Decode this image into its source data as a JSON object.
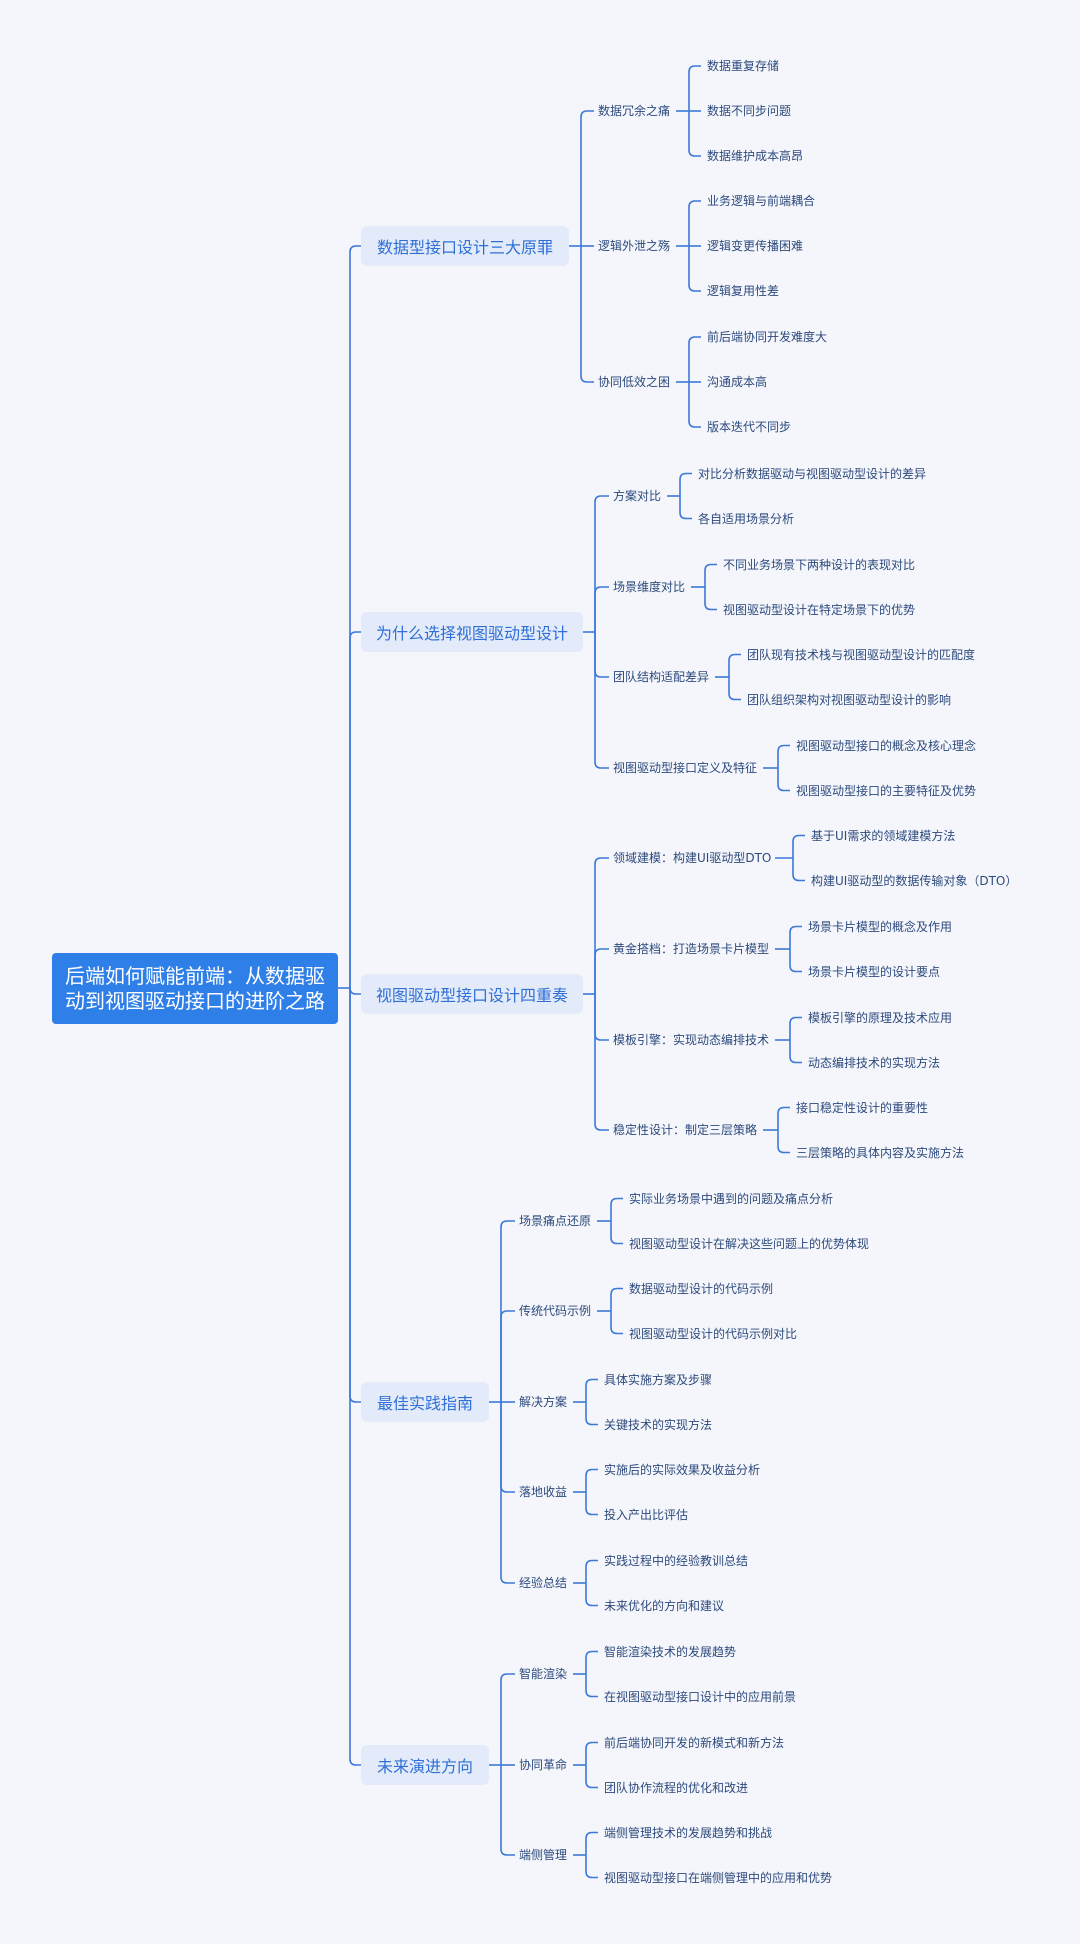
{
  "root": {
    "title": "后端如何赋能前端：从数据驱动到视图驱动接口的进阶之路"
  },
  "branches": [
    {
      "label": "数据型接口设计三大原罪",
      "children": [
        {
          "label": "数据冗余之痛",
          "children": [
            "数据重复存储",
            "数据不同步问题",
            "数据维护成本高昂"
          ]
        },
        {
          "label": "逻辑外泄之殇",
          "children": [
            "业务逻辑与前端耦合",
            "逻辑变更传播困难",
            "逻辑复用性差"
          ]
        },
        {
          "label": "协同低效之困",
          "children": [
            "前后端协同开发难度大",
            "沟通成本高",
            "版本迭代不同步"
          ]
        }
      ]
    },
    {
      "label": "为什么选择视图驱动型设计",
      "children": [
        {
          "label": "方案对比",
          "children": [
            "对比分析数据驱动与视图驱动型设计的差异",
            "各自适用场景分析"
          ]
        },
        {
          "label": "场景维度对比",
          "children": [
            "不同业务场景下两种设计的表现对比",
            "视图驱动型设计在特定场景下的优势"
          ]
        },
        {
          "label": "团队结构适配差异",
          "children": [
            "团队现有技术栈与视图驱动型设计的匹配度",
            "团队组织架构对视图驱动型设计的影响"
          ]
        },
        {
          "label": "视图驱动型接口定义及特征",
          "children": [
            "视图驱动型接口的概念及核心理念",
            "视图驱动型接口的主要特征及优势"
          ]
        }
      ]
    },
    {
      "label": "视图驱动型接口设计四重奏",
      "children": [
        {
          "label": "领域建模：构建UI驱动型DTO",
          "children": [
            "基于UI需求的领域建模方法",
            "构建UI驱动型的数据传输对象（DTO）"
          ]
        },
        {
          "label": "黄金搭档：打造场景卡片模型",
          "children": [
            "场景卡片模型的概念及作用",
            "场景卡片模型的设计要点"
          ]
        },
        {
          "label": "模板引擎：实现动态编排技术",
          "children": [
            "模板引擎的原理及技术应用",
            "动态编排技术的实现方法"
          ]
        },
        {
          "label": "稳定性设计：制定三层策略",
          "children": [
            "接口稳定性设计的重要性",
            "三层策略的具体内容及实施方法"
          ]
        }
      ]
    },
    {
      "label": "最佳实践指南",
      "children": [
        {
          "label": "场景痛点还原",
          "children": [
            "实际业务场景中遇到的问题及痛点分析",
            "视图驱动型设计在解决这些问题上的优势体现"
          ]
        },
        {
          "label": "传统代码示例",
          "children": [
            "数据驱动型设计的代码示例",
            "视图驱动型设计的代码示例对比"
          ]
        },
        {
          "label": "解决方案",
          "children": [
            "具体实施方案及步骤",
            "关键技术的实现方法"
          ]
        },
        {
          "label": "落地收益",
          "children": [
            "实施后的实际效果及收益分析",
            "投入产出比评估"
          ]
        },
        {
          "label": "经验总结",
          "children": [
            "实践过程中的经验教训总结",
            "未来优化的方向和建议"
          ]
        }
      ]
    },
    {
      "label": "未来演进方向",
      "children": [
        {
          "label": "智能渲染",
          "children": [
            "智能渲染技术的发展趋势",
            "在视图驱动型接口设计中的应用前景"
          ]
        },
        {
          "label": "协同革命",
          "children": [
            "前后端协同开发的新模式和新方法",
            "团队协作流程的优化和改进"
          ]
        },
        {
          "label": "端侧管理",
          "children": [
            "端侧管理技术的发展趋势和挑战",
            "视图驱动型接口在端侧管理中的应用和优势"
          ]
        }
      ]
    }
  ]
}
